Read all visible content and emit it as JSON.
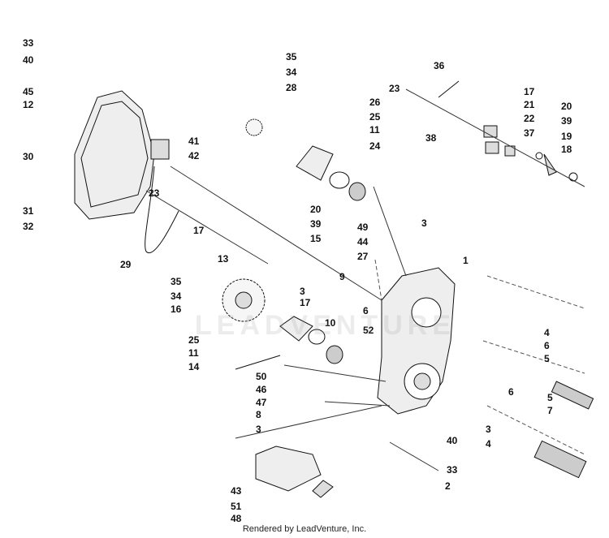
{
  "watermark": "LEADVENTURE",
  "footer": "Rendered by LeadVenture, Inc.",
  "callouts": [
    "33",
    "40",
    "45",
    "12",
    "30",
    "41",
    "42",
    "31",
    "32",
    "23",
    "17",
    "29",
    "35",
    "34",
    "28",
    "26",
    "25",
    "11",
    "24",
    "20",
    "39",
    "15",
    "49",
    "44",
    "27",
    "13",
    "35",
    "34",
    "16",
    "3",
    "17",
    "9",
    "25",
    "11",
    "14",
    "10",
    "6",
    "52",
    "50",
    "46",
    "47",
    "8",
    "3",
    "36",
    "23",
    "17",
    "21",
    "22",
    "37",
    "20",
    "39",
    "19",
    "18",
    "38",
    "3",
    "1",
    "4",
    "6",
    "5",
    "6",
    "5",
    "7",
    "3",
    "40",
    "33",
    "4",
    "2",
    "43",
    "51",
    "48"
  ]
}
